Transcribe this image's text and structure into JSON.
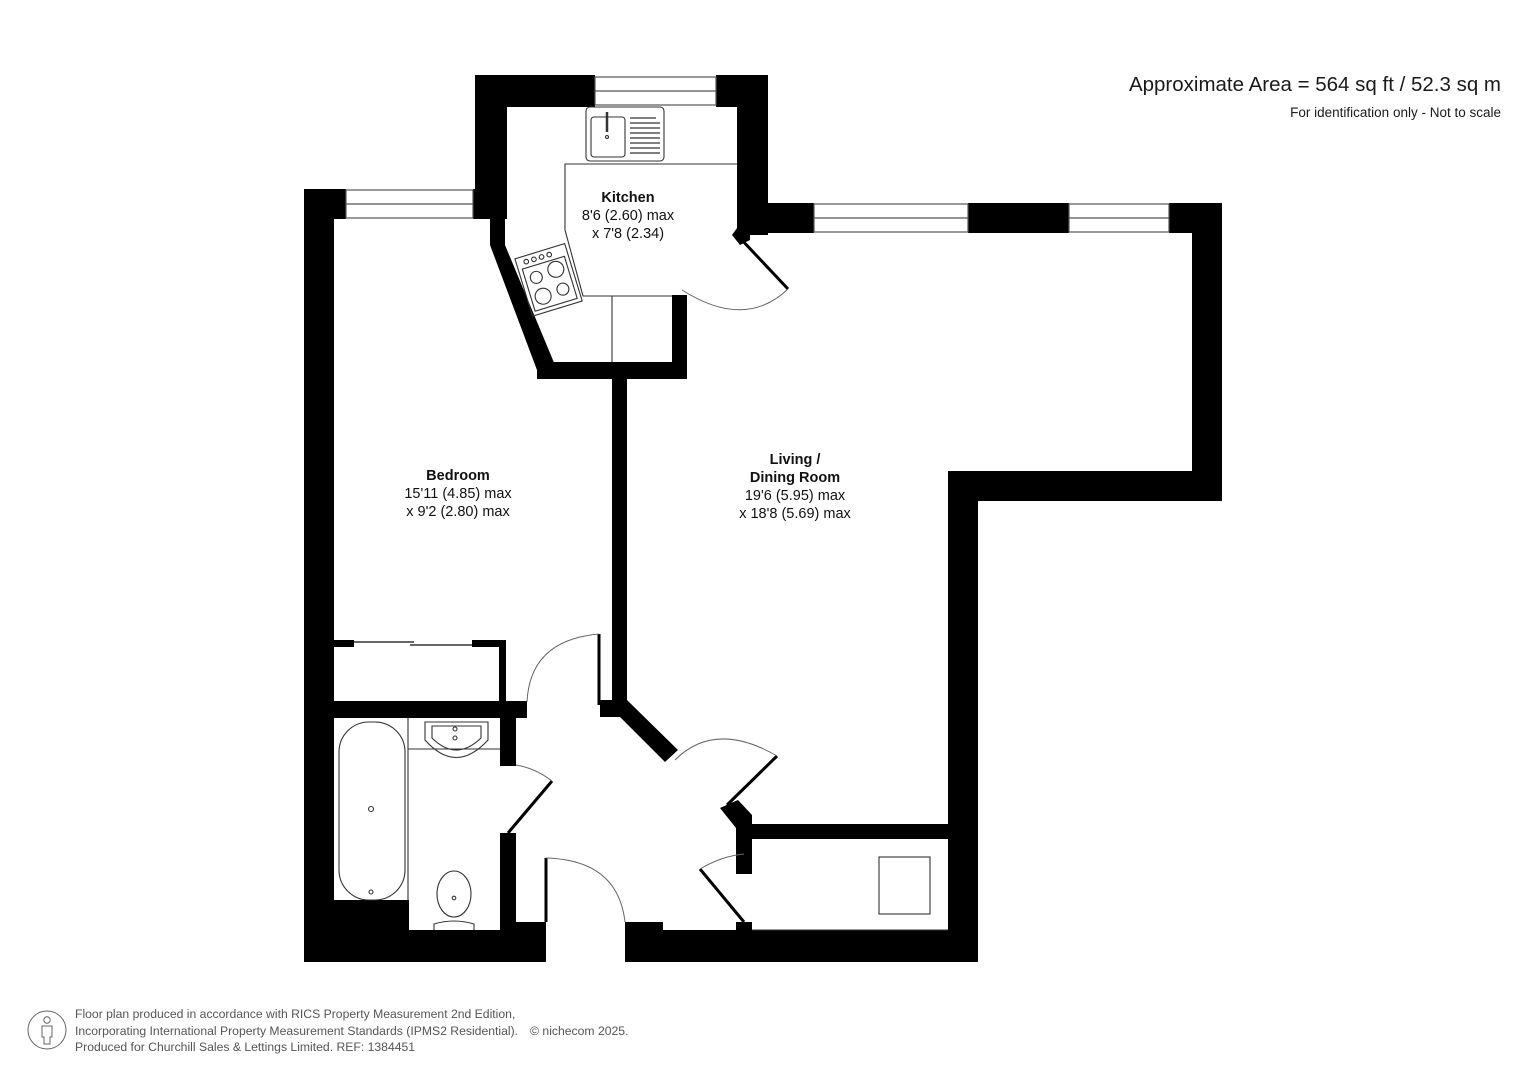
{
  "header": {
    "area_title": "Approximate Area = 564 sq ft / 52.3 sq m",
    "disclaimer": "For identification only - Not to scale"
  },
  "rooms": {
    "kitchen": {
      "name": "Kitchen",
      "dim1": "8'6 (2.60) max",
      "dim2": "x 7'8 (2.34)"
    },
    "bedroom": {
      "name": "Bedroom",
      "dim1": "15'11 (4.85) max",
      "dim2": "x 9'2 (2.80) max"
    },
    "living": {
      "name_line1": "Living /",
      "name_line2": "Dining Room",
      "dim1": "19'6 (5.95) max",
      "dim2": "x 18'8 (5.69) max"
    }
  },
  "fixtures": [
    "sink-with-drainer",
    "hob",
    "bath",
    "wash-basin",
    "toilet",
    "cupboard-unit"
  ],
  "footer": {
    "line1": "Floor plan produced in accordance with RICS Property Measurement 2nd Edition,",
    "line2": "Incorporating International Property Measurement Standards (IPMS2 Residential).",
    "copyright": "© nichecom 2025.",
    "line3": "Produced for Churchill Sales & Lettings Limited.   REF: 1384451"
  },
  "colors": {
    "wall": "#000000",
    "line": "#333333",
    "background": "#ffffff"
  }
}
